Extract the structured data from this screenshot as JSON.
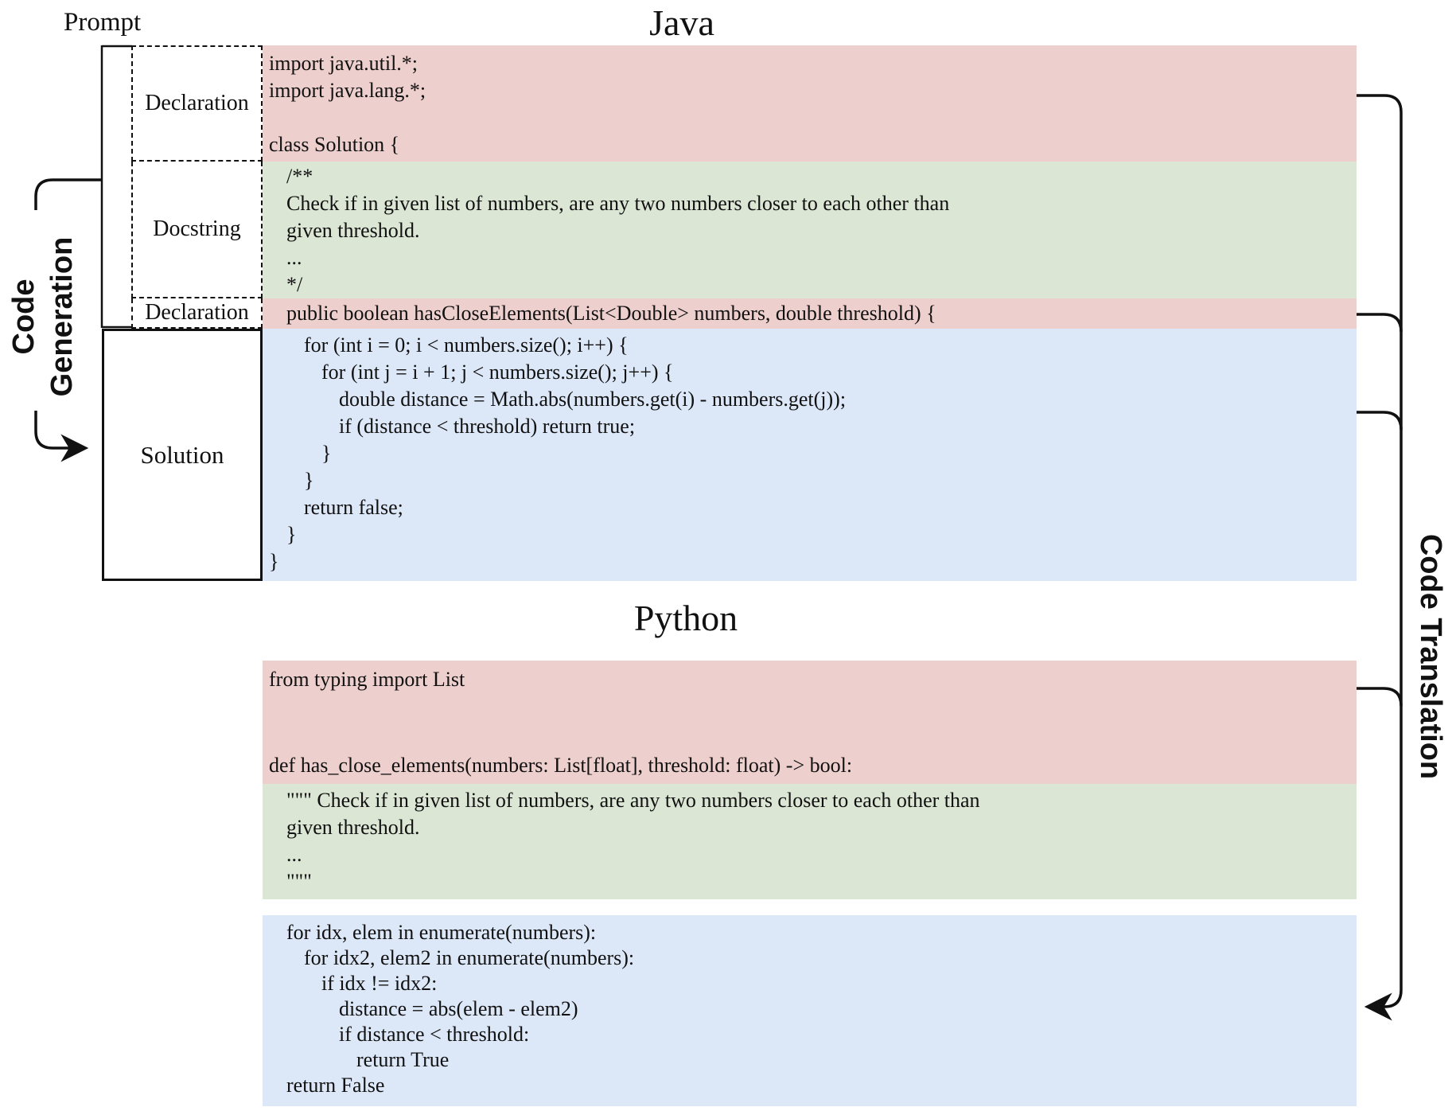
{
  "titles": {
    "java": "Java",
    "python": "Python"
  },
  "left_panel": {
    "prompt_label": "Prompt",
    "declaration_top_label": "Declaration",
    "docstring_label": "Docstring",
    "declaration_method_label": "Declaration",
    "solution_label": "Solution",
    "code_generation_line1": "Code",
    "code_generation_line2": "Generation"
  },
  "right_panel": {
    "code_translation_label": "Code Translation"
  },
  "colors": {
    "declaration_bg": "#edcfcd",
    "docstring_bg": "#dce6d5",
    "solution_bg": "#dce7f8",
    "line_color": "#111111"
  },
  "java_code": {
    "imports_and_class": [
      {
        "t": "import java.util.*;",
        "i": 0
      },
      {
        "t": "import java.lang.*;",
        "i": 0
      },
      {
        "t": "",
        "i": 0
      },
      {
        "t": "class Solution {",
        "i": 0
      }
    ],
    "docstring": [
      {
        "t": "/**",
        "i": 1
      },
      {
        "t": "Check if in given list of numbers, are any two numbers closer to each other than",
        "i": 1
      },
      {
        "t": "given threshold.",
        "i": 1
      },
      {
        "t": "...",
        "i": 1
      },
      {
        "t": "*/",
        "i": 1
      }
    ],
    "method_declaration": [
      {
        "t": "public boolean hasCloseElements(List<Double> numbers, double threshold) {",
        "i": 1
      }
    ],
    "solution": [
      {
        "t": "for (int i = 0; i < numbers.size(); i++) {",
        "i": 2
      },
      {
        "t": "for (int j = i + 1; j < numbers.size(); j++) {",
        "i": 3
      },
      {
        "t": "double distance = Math.abs(numbers.get(i) - numbers.get(j));",
        "i": 4
      },
      {
        "t": "if (distance < threshold) return true;",
        "i": 4
      },
      {
        "t": "}",
        "i": 3
      },
      {
        "t": "}",
        "i": 2
      },
      {
        "t": "return false;",
        "i": 2
      },
      {
        "t": "}",
        "i": 1
      },
      {
        "t": "}",
        "i": 0
      }
    ]
  },
  "python_code": {
    "imports_and_def": [
      {
        "t": "from typing import List",
        "i": 0
      },
      {
        "t": "",
        "i": 0
      },
      {
        "t": "",
        "i": 0
      },
      {
        "t": "def has_close_elements(numbers: List[float], threshold: float) -> bool:",
        "i": 0
      }
    ],
    "docstring": [
      {
        "t": "\"\"\" Check if in given list of numbers, are any two numbers closer to each other than",
        "i": 1
      },
      {
        "t": "given threshold.",
        "i": 1
      },
      {
        "t": "...",
        "i": 1
      },
      {
        "t": "\"\"\"",
        "i": 1
      }
    ],
    "solution": [
      {
        "t": "for idx, elem in enumerate(numbers):",
        "i": 1
      },
      {
        "t": "for idx2, elem2 in enumerate(numbers):",
        "i": 2
      },
      {
        "t": "if idx != idx2:",
        "i": 3
      },
      {
        "t": "distance = abs(elem - elem2)",
        "i": 4
      },
      {
        "t": "if distance < threshold:",
        "i": 4
      },
      {
        "t": "return True",
        "i": 5
      },
      {
        "t": "return False",
        "i": 1
      }
    ]
  }
}
